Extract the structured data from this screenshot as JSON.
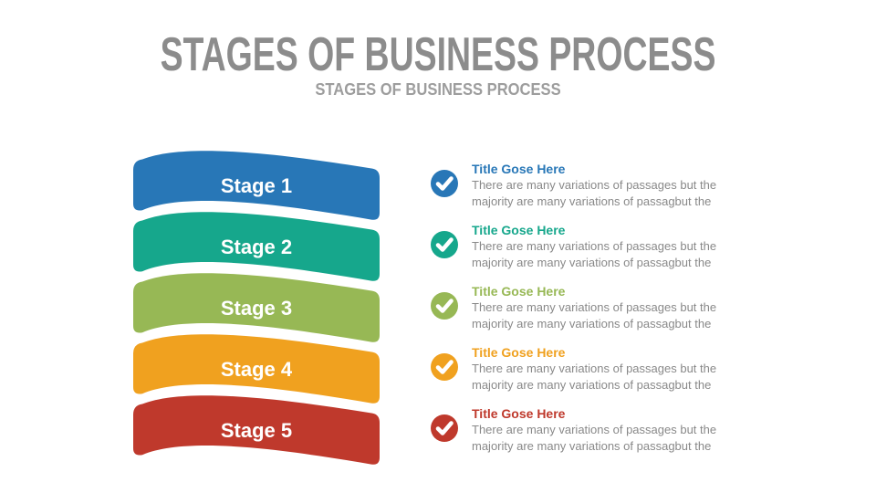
{
  "header": {
    "title": "STAGES OF BUSINESS PROCESS",
    "subtitle": "STAGES OF BUSINESS PROCESS"
  },
  "colors": {
    "title_gray": "#8c8c8c",
    "subtitle_gray": "#9d9d9d",
    "body_gray": "#898989",
    "stage_label_text": "#ffffff"
  },
  "stages": [
    {
      "label": "Stage 1",
      "color": "#2877b7"
    },
    {
      "label": "Stage 2",
      "color": "#16a78c"
    },
    {
      "label": "Stage 3",
      "color": "#97b855"
    },
    {
      "label": "Stage 4",
      "color": "#f0a11f"
    },
    {
      "label": "Stage 5",
      "color": "#bf392c"
    }
  ],
  "items": [
    {
      "title": "Title Gose Here",
      "color": "#2877b7",
      "line1": "There are many variations of passages but the",
      "line2": "majority are many variations of passagbut the"
    },
    {
      "title": "Title Gose Here",
      "color": "#16a78c",
      "line1": "There are many variations of passages but the",
      "line2": "majority are many variations of passagbut the"
    },
    {
      "title": "Title Gose Here",
      "color": "#97b855",
      "line1": "There are many variations of passages but the",
      "line2": "majority are many variations of passagbut the"
    },
    {
      "title": "Title Gose Here",
      "color": "#f0a11f",
      "line1": "There are many variations of passages but the",
      "line2": "majority are many variations of passagbut the"
    },
    {
      "title": "Title Gose Here",
      "color": "#bf392c",
      "line1": "There are many variations of passages but the",
      "line2": "majority are many variations of passagbut the"
    }
  ]
}
